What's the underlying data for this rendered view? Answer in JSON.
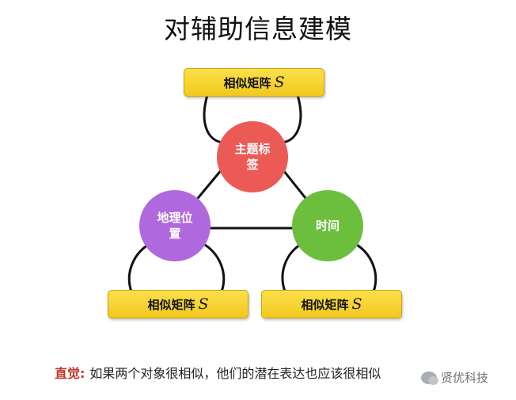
{
  "title": "对辅助信息建模",
  "label_boxes": {
    "top": {
      "text": "相似矩阵",
      "var": "S"
    },
    "left": {
      "text": "相似矩阵",
      "var": "S"
    },
    "right": {
      "text": "相似矩阵",
      "var": "S"
    }
  },
  "nodes": {
    "topic": {
      "text": "主题标签",
      "color": "#ec5a55"
    },
    "location": {
      "text": "地理位置",
      "color": "#b068df"
    },
    "time": {
      "text": "时间",
      "color": "#6cbf3d"
    }
  },
  "footer": {
    "lead": "直觉:",
    "text": "如果两个对象很相似，他们的潜在表达也应该很相似"
  },
  "watermark": {
    "text": "贤优科技"
  }
}
